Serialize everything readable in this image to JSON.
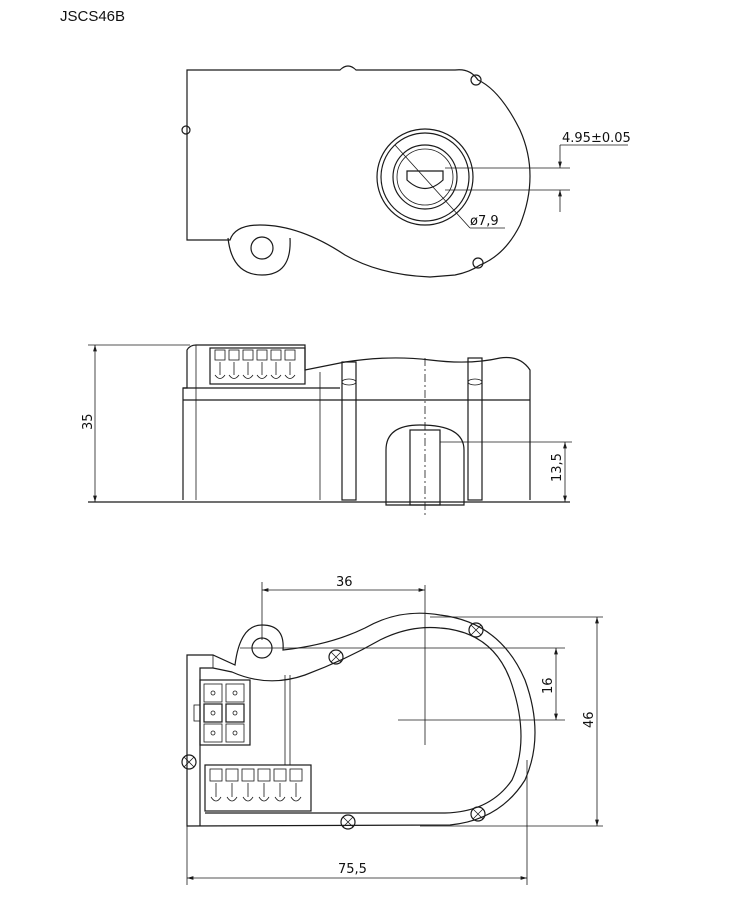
{
  "model": "JSCS46B",
  "dimensions": {
    "shaft_flat": "4.95±0.05",
    "bore_diameter": "ø7,9",
    "height": "35",
    "bore_depth": "13,5",
    "mount_offset": "36",
    "shaft_offset": "16",
    "depth": "46",
    "length": "75,5"
  }
}
